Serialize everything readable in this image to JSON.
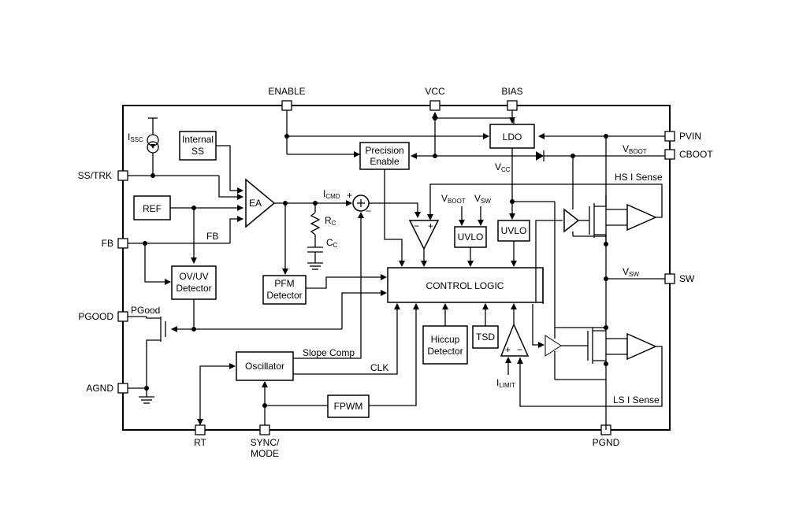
{
  "pins": {
    "enable": "ENABLE",
    "vcc": "VCC",
    "bias": "BIAS",
    "pvin": "PVIN",
    "cboot": "CBOOT",
    "sw": "SW",
    "pgnd": "PGND",
    "ss_trk": "SS/TRK",
    "fb": "FB",
    "pgood": "PGOOD",
    "agnd": "AGND",
    "rt": "RT",
    "sync_line1": "SYNC/",
    "sync_line2": "MODE"
  },
  "blocks": {
    "internal_ss_line1": "Internal",
    "internal_ss_line2": "SS",
    "ref": "REF",
    "ea": "EA",
    "precision_enable_line1": "Precision",
    "precision_enable_line2": "Enable",
    "ldo": "LDO",
    "uvlo_boot": "UVLO",
    "uvlo_vcc": "UVLO",
    "ov_uv_line1": "OV/UV",
    "ov_uv_line2": "Detector",
    "pfm_line1": "PFM",
    "pfm_line2": "Detector",
    "control_logic": "CONTROL LOGIC",
    "hiccup_line1": "Hiccup",
    "hiccup_line2": "Detector",
    "tsd": "TSD",
    "oscillator": "Oscillator",
    "fpwm": "FPWM"
  },
  "signals": {
    "issc_main": "I",
    "issc_sub": "SSC",
    "icmd_main": "I",
    "icmd_sub": "CMD",
    "rc_main": "R",
    "rc_sub": "C",
    "cc_main": "C",
    "cc_sub": "C",
    "vcc_main": "V",
    "vcc_sub": "CC",
    "vboot_in_main": "V",
    "vboot_in_sub": "BOOT",
    "vsw_in_main": "V",
    "vsw_in_sub": "SW",
    "vboot_pin_main": "V",
    "vboot_pin_sub": "BOOT",
    "vsw_pin_main": "V",
    "vsw_pin_sub": "SW",
    "ilimit_main": "I",
    "ilimit_sub": "LIMIT",
    "hs_i_sense": "HS I Sense",
    "ls_i_sense": "LS I Sense",
    "fb_line": "FB",
    "pgood_line": "PGood",
    "slope_comp": "Slope Comp",
    "clk": "CLK",
    "sum_plus": "+",
    "sum_minus": "−",
    "cmp_minus": "−",
    "cmp_plus": "+"
  }
}
